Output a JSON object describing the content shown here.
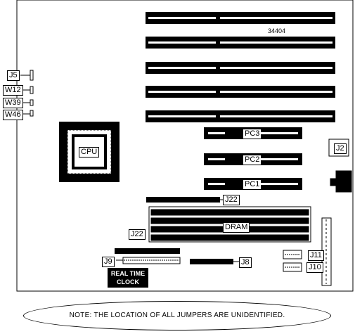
{
  "board": {
    "part_number": "34404",
    "labels": {
      "j5": "J5",
      "w12": "W12",
      "w39": "W39",
      "w46": "W46",
      "cpu": "CPU",
      "pc3": "PC3",
      "pc2": "PC2",
      "pc1": "PC1",
      "j2": "J2",
      "j22_top": "J22",
      "dram": "DRAM",
      "j22_left": "J22",
      "j9": "J9",
      "j8": "J8",
      "j11": "J11",
      "j10": "J10"
    },
    "rtc_line1": "REAL TIME",
    "rtc_line2": "CLOCK"
  },
  "note": {
    "text": "NOTE:   THE LOCATION OF ALL JUMPERS ARE UNIDENTIFIED."
  }
}
